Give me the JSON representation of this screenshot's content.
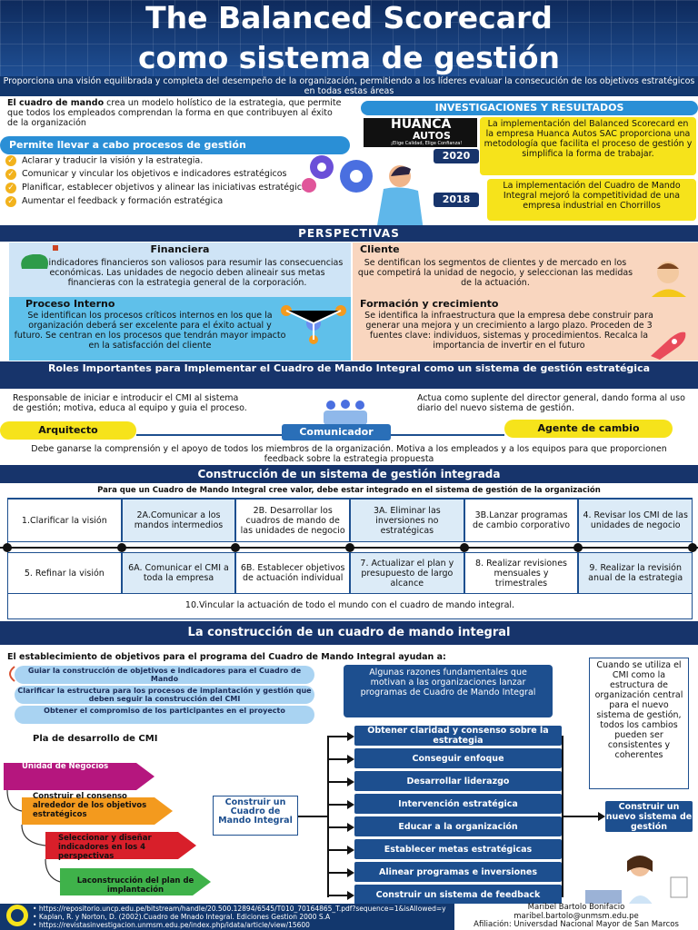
{
  "header": {
    "title_line1": "The Balanced Scorecard",
    "title_line2": "como sistema de gestión"
  },
  "subtitle": "Proporciona una visión equilibrada y completa del desempeño de la organización, permitiendo a los líderes evaluar la consecución de los objetivos estratégicos en todas estas áreas",
  "intro": {
    "bold": "El cuadro de mando",
    "text": " crea un modelo holístico de la estrategia, que permite que todos los empleados comprendan la forma en que contribuyen al éxito de la organización"
  },
  "procesos": {
    "title": "Permite llevar a cabo procesos de gestión",
    "items": [
      "Aclarar y traducir la visión y la estrategia.",
      "Comunicar y vincular los objetivos e indicadores estratégicos",
      "Planificar, establecer objetivos y alinear las iniciativas estratégicas",
      "Aumentar el feedback y formación estratégica"
    ],
    "check": "✓"
  },
  "investigaciones": {
    "title": "INVESTIGACIONES Y RESULTADOS",
    "logo_main": "HUANCA",
    "logo_sub": "AUTOS",
    "logo_tag": "¡Elige Calidad, Elige Confianza!",
    "year1": "2020",
    "text1": "La implementación del Balanced Scorecard en la empresa Huanca Autos SAC proporciona una metodología que facilita el proceso de gestión y simplifica la forma de trabajar.",
    "year2": "2018",
    "text2": "La implementación del Cuadro de Mando Integral mejoró la competitividad de una empresa industrial en Chorrillos"
  },
  "perspectivas": {
    "title": "PERSPECTIVAS",
    "financiera": {
      "title": "Financiera",
      "text": "Los indicadores financieros son valiosos para resumir las consecuencias económicas. Las unidades de negocio deben alineair sus metas financieras con la estrategia general de la corporación."
    },
    "cliente": {
      "title": "Cliente",
      "text": "Se dentifican los segmentos de clientes y de mercado en los que competirá la unidad de negocio, y seleccionan las medidas de la actuación."
    },
    "proceso": {
      "title": "Proceso Interno",
      "text": "Se identifican los procesos críticos internos en los que la organización deberá ser excelente para el éxito actual y futuro. Se centran en los procesos que tendrán mayor impacto en la satisfacción del cliente"
    },
    "formacion": {
      "title": "Formación y crecimiento",
      "text": "Se identifica la infraestructura que la empresa debe construir para generar una mejora y un crecimiento a largo plazo. Proceden de 3 fuentes clave: individuos, sistemas y procedimientos. Recalca la importancia de invertir en el futuro"
    }
  },
  "roles": {
    "title": "Roles Importantes para Implementar el Cuadro de Mando Integral como un sistema de gestión estratégica",
    "arquitecto_text": "Responsable de iniciar e introducir el CMI al sistema de gestión; motiva, educa al equipo y guia el proceso.",
    "arquitecto": "Arquitecto",
    "agente_text": "Actua como suplente del director general, dando forma al uso diario del nuevo sistema de gestión.",
    "agente": "Agente de cambio",
    "comunicador": "Comunicador",
    "comunicador_text": "Debe ganarse la comprensión y el apoyo de todos los miembros de la organización. Motiva a los empleados y a los equipos para que proporcionen feedback sobre la estrategia propuesta"
  },
  "construccion": {
    "title": "Construcción de un sistema de gestión integrada",
    "subtitle": "Para que un Cuadro de Mando Integral cree valor, debe estar integrado en el sistema de gestión de la organización",
    "top": [
      "1.Clarificar la visión",
      "2A.Comunicar a los mandos intermedios",
      "2B. Desarrollar los cuadros de mando de las unidades de negocio",
      "3A. Eliminar las inversiones no estratégicas",
      "3B.Lanzar programas de cambio corporativo",
      "4. Revisar los CMI de las unidades de negocio"
    ],
    "bottom": [
      "5. Refinar la visión",
      "6A. Comunicar el CMI a toda la empresa",
      "6B. Establecer objetivos de actuación individual",
      "7. Actualizar el plan y presupuesto de largo alcance",
      "8. Realizar revisiones mensuales y trimestrales",
      "9. Realizar la revisión anual de la estrategia"
    ],
    "final": "10.Vincular la actuación de todo el mundo con el cuadro de mando integral."
  },
  "cuadro": {
    "title": "La construcción de un cuadro de mando integral",
    "subtitle": "El establecimiento de objetivos para el programa del Cuadro de Mando Integral ayudan a:",
    "objetivos": [
      "Guiar la construcción de objetivos e indicadores para el Cuadro de Mando",
      "Clarificar la estructura para los procesos de implantación y gestión que deben seguir la construcción del CMI",
      "Obtener el compromiso de los participantes en el proyecto"
    ],
    "razones": "Algunas razones fundamentales que motivan a las organizaciones lanzar programas de Cuadro de Mando Integral",
    "side": "Cuando se utiliza el CMI como la estructura de organización central para el nuevo sistema de gestión, todos los cambios pueden ser consistentes y coherentes",
    "plan_title": "Pla de desarrollo de CMI",
    "plan": [
      "Definir y clarificar la Unidad de Negocios",
      "Construir el consenso alrededor de los objetivos estratégicos",
      "Seleccionar y diseñar indicadores en los 4 perspectivas",
      "Laconstrucción del plan de implantación"
    ],
    "construir": "Construir un Cuadro de Mando Integral",
    "razones_list": [
      "Obtener claridad y consenso sobre la estrategia",
      "Conseguir enfoque",
      "Desarrollar liderazgo",
      "Intervención estratégica",
      "Educar a la organización",
      "Establecer metas estratégicas",
      "Alinear programas e inversiones",
      "Construir un sistema de feedback"
    ],
    "nuevo": "Construir un nuevo sistema de gestión"
  },
  "footer": {
    "refs": [
      "https://repositorio.uncp.edu.pe/bitstream/handle/20.500.12894/6545/T010_70164865_T.pdf?sequence=1&isAllowed=y",
      "Kaplan, R. y Norton, D. (2002).Cuadro de Mnado Integral. Ediciones Gestion 2000 S.A",
      "https://revistasinvestigacion.unmsm.edu.pe/index.php/idata/article/view/15600"
    ],
    "author": "Maribel Bartolo Bonifacio",
    "email": "maribel.bartolo@unmsm.edu.pe",
    "afiliacion": "Afiliación: Universdad Nacional Mayor de San Marcos"
  },
  "colors": {
    "navy": "#17346b",
    "blue": "#1d4f8f",
    "sky": "#5fc0ea",
    "yellow": "#f6e31b",
    "peach": "#f9d6bf",
    "magenta": "#b5167e",
    "orange": "#f39a1e",
    "red": "#d81f2a",
    "green": "#3fb24a"
  }
}
